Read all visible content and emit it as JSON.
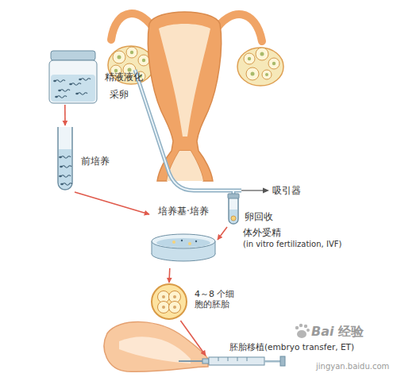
{
  "diagram": {
    "nodes": [
      {
        "text": [
          "精液液化"
        ]
      },
      {
        "text": [
          "前培养"
        ]
      },
      {
        "text": [
          "卵回收"
        ]
      },
      {
        "text": [
          "培养基·培养",
          "体外受精",
          "(in vitro fertilization, IVF)"
        ]
      },
      {
        "text": [
          "4～8 个细 胞的胚胎"
        ]
      },
      {
        "text": [
          "胚胎移植(embryo transfer, ET)"
        ]
      }
    ],
    "edges": [
      {
        "from": 0,
        "to": 1,
        "arrow": "to"
      },
      {
        "from": 1,
        "to": 3,
        "arrow": "to"
      },
      {
        "from": 2,
        "to": 3,
        "arrow": "to"
      },
      {
        "from": 3,
        "to": 4,
        "arrow": "to"
      },
      {
        "from": 4,
        "to": 5,
        "arrow": "to"
      }
    ],
    "labels": [
      "采卵",
      "吸引器",
      "Bai",
      "经验",
      "jingyan.baidu.com"
    ]
  }
}
